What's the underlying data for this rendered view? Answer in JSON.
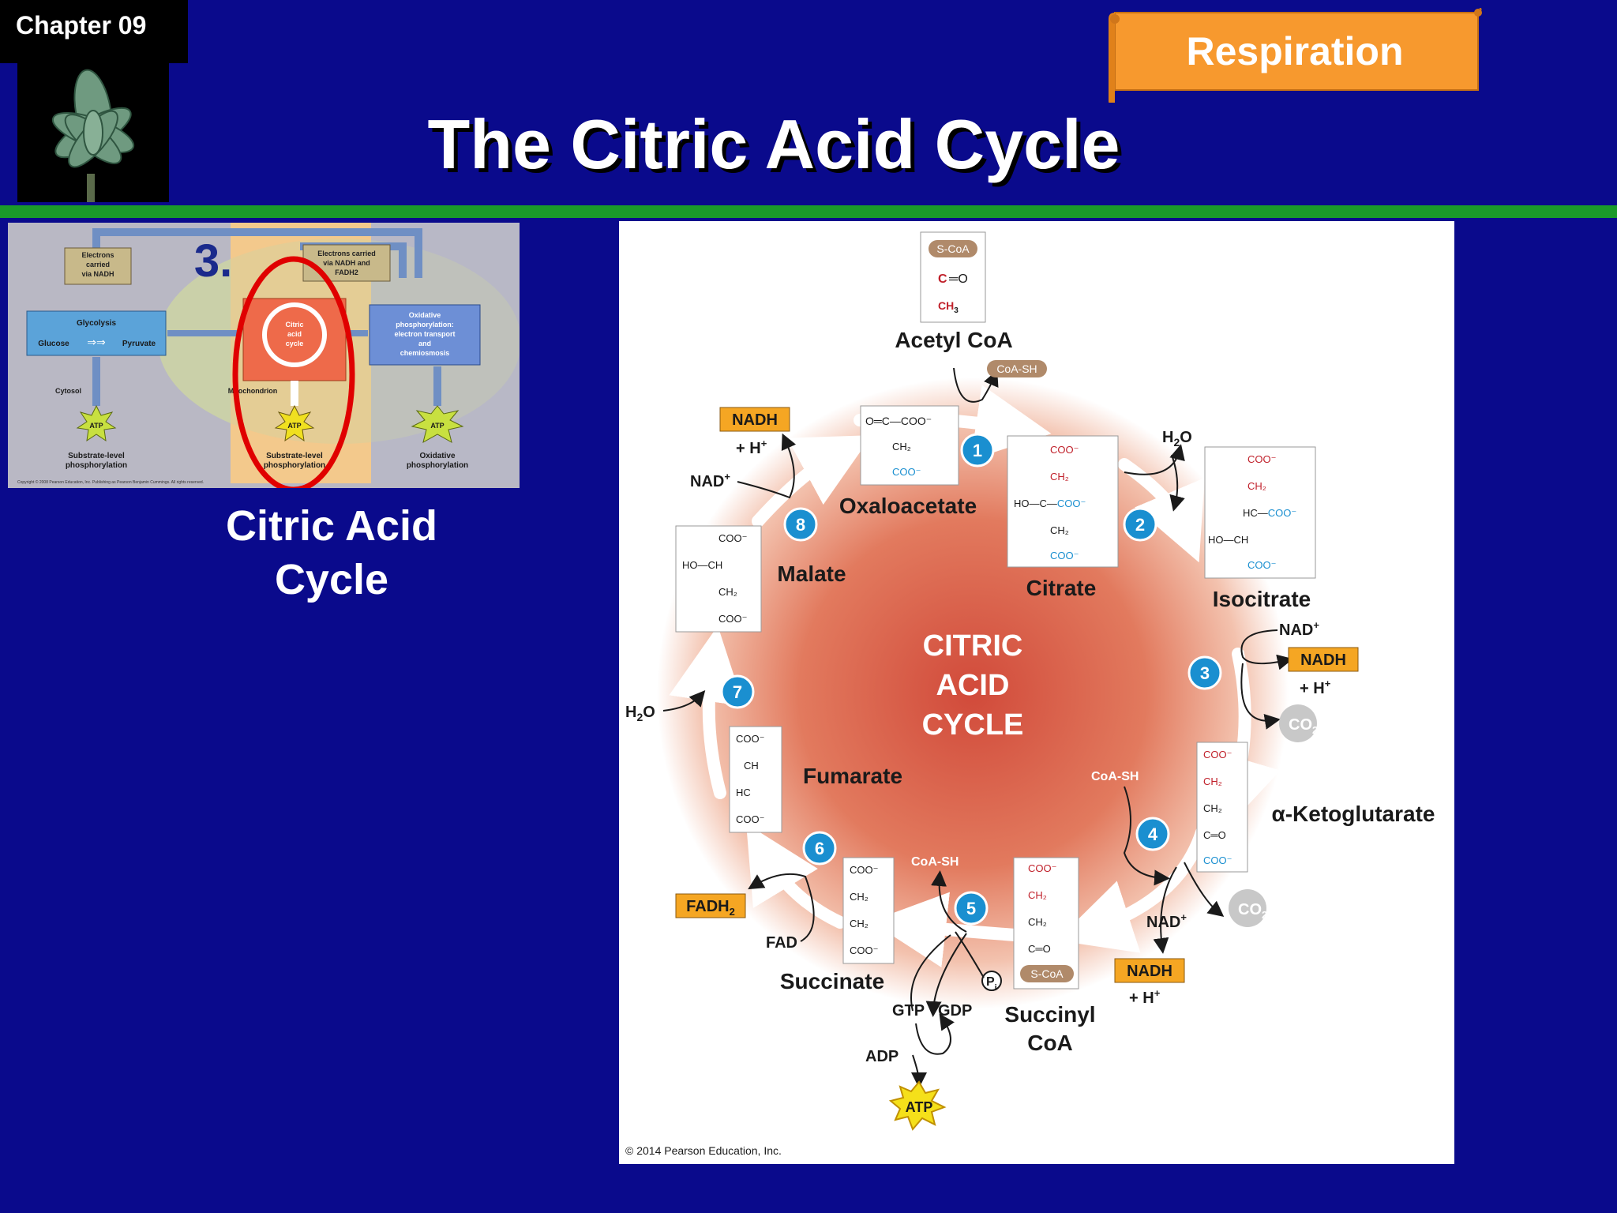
{
  "header": {
    "chapter": "Chapter 09",
    "topic_banner": "Respiration",
    "title": "The Citric Acid Cycle"
  },
  "overview": {
    "step_number": "3.",
    "caption": "Citric Acid Cycle",
    "electrons_nadh": "Electrons carried via NADH",
    "electrons_nadh_fadh": "Electrons carried via NADH and FADH2",
    "glycolysis": "Glycolysis",
    "glucose": "Glucose",
    "pyruvate": "Pyruvate",
    "citric_acid_cycle": "Citric acid cycle",
    "oxidative_phosphorylation": "Oxidative phosphorylation: electron transport and chemiosmosis",
    "cytosol": "Cytosol",
    "mitochondrion": "Mitochondrion",
    "atp": "ATP",
    "substrate_level_1": "Substrate-level phosphorylation",
    "substrate_level_2": "Substrate-level phosphorylation",
    "oxidative_phos": "Oxidative phosphorylation",
    "copyright": "Copyright © 2008 Pearson Education, Inc. Publishing as Pearson Benjamin Cummings. All rights reserved."
  },
  "cycle": {
    "center_line1": "CITRIC",
    "center_line2": "ACID",
    "center_line3": "CYCLE",
    "acetyl_coa": "Acetyl CoA",
    "oxaloacetate": "Oxaloacetate",
    "citrate": "Citrate",
    "isocitrate": "Isocitrate",
    "alpha_ketoglutarate": "α-Ketoglutarate",
    "succinyl_coa_1": "Succinyl",
    "succinyl_coa_2": "CoA",
    "succinate": "Succinate",
    "fumarate": "Fumarate",
    "malate": "Malate",
    "steps": [
      "1",
      "2",
      "3",
      "4",
      "5",
      "6",
      "7",
      "8"
    ],
    "nadh": "NADH",
    "nad": "NAD",
    "h_plus": "+ H",
    "fadh2": "FADH",
    "fad": "FAD",
    "h2o": "H",
    "co2": "CO",
    "coa_sh": "CoA-SH",
    "s_coa": "S-CoA",
    "gtp": "GTP",
    "gdp": "GDP",
    "adp": "ADP",
    "atp": "ATP",
    "pi": "P",
    "copyright": "© 2014 Pearson Education, Inc."
  },
  "colors": {
    "background": "#0a0a8c",
    "banner_orange": "#f7992e",
    "divider_green": "#1a9a2a",
    "step_blue": "#1a8fd0",
    "nadh_box": "#f5a623",
    "highlight_red": "#e00000"
  }
}
